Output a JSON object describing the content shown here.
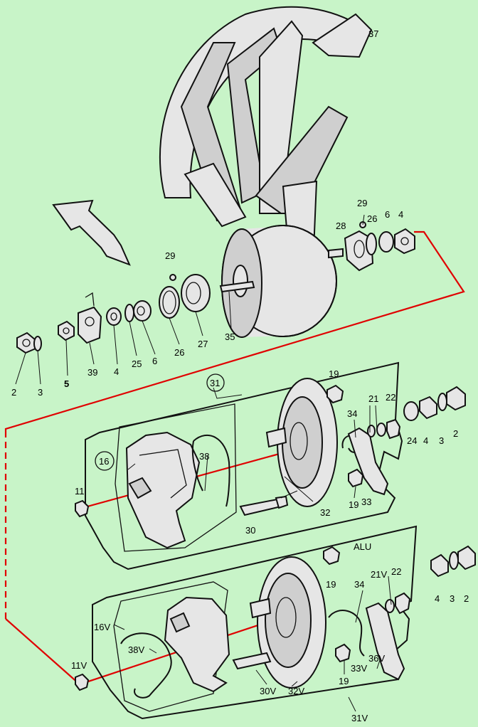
{
  "colors": {
    "background": "#c8f4c8",
    "ink": "#111111",
    "part_fill": "#e6e6e6",
    "connector": "#e00000"
  },
  "labels": {
    "l2a": "2",
    "l3a": "3",
    "l5": "5",
    "l39": "39",
    "l4a": "4",
    "l25": "25",
    "l6a": "6",
    "l26a": "26",
    "l27": "27",
    "l35": "35",
    "l29a": "29",
    "l37": "37",
    "l29b": "29",
    "l26b": "26",
    "l6b": "6",
    "l4b": "4",
    "l28": "28",
    "l31": "31",
    "l19a": "19",
    "l21": "21",
    "l22a": "22",
    "l34a": "34",
    "l24": "24",
    "l4c": "4",
    "l3b": "3",
    "l2b": "2",
    "l16": "16",
    "l38": "38",
    "l11": "11",
    "l30": "30",
    "l32": "32",
    "l19b": "19",
    "l33": "33",
    "alu": "ALU",
    "l19c": "19",
    "l34b": "34",
    "l21v": "21V",
    "l22b": "22",
    "l4d": "4",
    "l3c": "3",
    "l2c": "2",
    "l16v": "16V",
    "l38v": "38V",
    "l11v": "11V",
    "l30v": "30V",
    "l32v": "32V",
    "l19d": "19",
    "l33v": "33V",
    "l36v": "36V",
    "l31v": "31V"
  }
}
